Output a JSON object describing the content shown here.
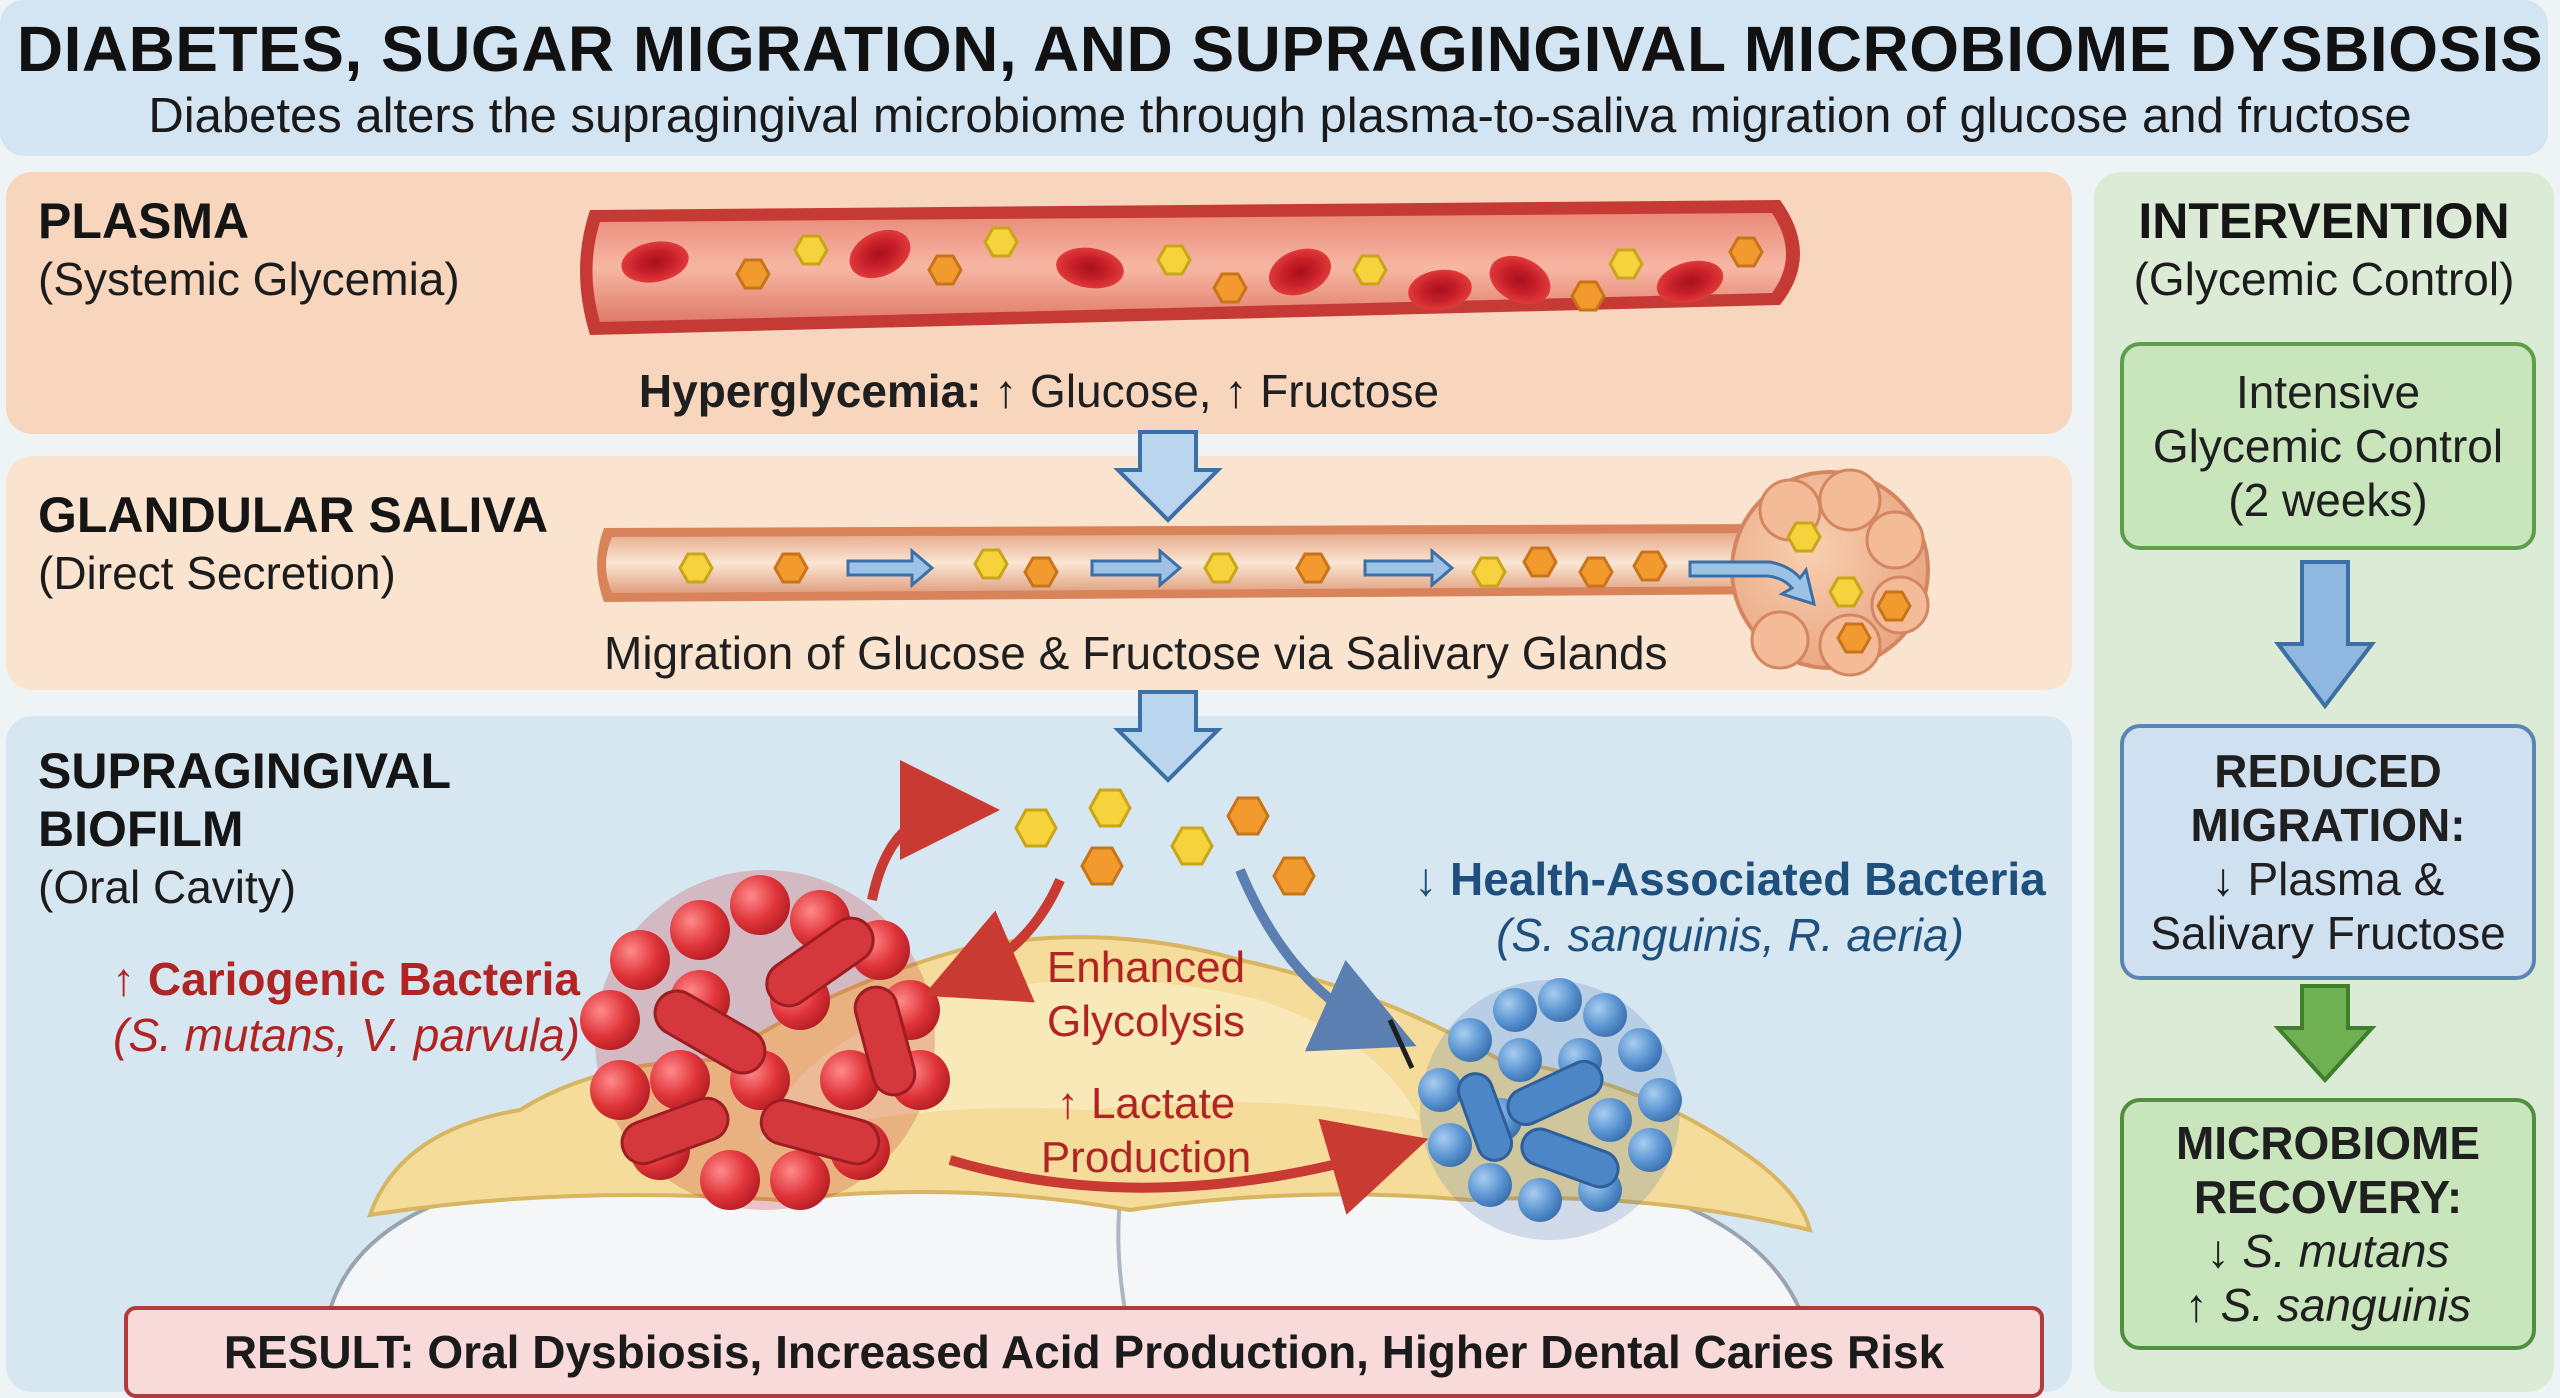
{
  "header": {
    "title": "DIABETES, SUGAR MIGRATION, AND SUPRAGINGIVAL MICROBIOME DYSBIOSIS",
    "subtitle": "Diabetes alters the supragingival microbiome through plasma-to-saliva migration of glucose and fructose"
  },
  "plasma": {
    "title": "PLASMA",
    "subtitle": "(Systemic Glycemia)",
    "caption_bold": "Hyperglycemia:",
    "caption_rest": "↑ Glucose, ↑ Fructose"
  },
  "gland": {
    "title": "GLANDULAR SALIVA",
    "subtitle": "(Direct Secretion)",
    "caption": "Migration of Glucose & Fructose via Salivary Glands"
  },
  "biofilm": {
    "title_line1": "SUPRAGINGIVAL",
    "title_line2": "BIOFILM",
    "subtitle": "(Oral Cavity)",
    "cariogenic_label": "↑ Cariogenic Bacteria",
    "cariogenic_species": "(S. mutans, V. parvula)",
    "health_label": "↓ Health-Associated Bacteria",
    "health_species": "(S. sanguinis, R. aeria)",
    "glycolysis_line1": "Enhanced",
    "glycolysis_line2": "Glycolysis",
    "lactate_line1": "↑ Lactate",
    "lactate_line2": "Production"
  },
  "result": {
    "text": "RESULT: Oral Dysbiosis, Increased Acid Production, Higher Dental Caries Risk"
  },
  "intervention": {
    "title": "INTERVENTION",
    "subtitle": "(Glycemic Control)",
    "box1": {
      "line1": "Intensive",
      "line2": "Glycemic Control",
      "line3": "(2 weeks)"
    },
    "box2": {
      "line1": "REDUCED",
      "line2": "MIGRATION:",
      "line3": "↓ Plasma &",
      "line4": "Salivary Fructose"
    },
    "box3": {
      "line1": "MICROBIOME",
      "line2": "RECOVERY:",
      "line3": "↓ S. mutans",
      "line4": "↑ S. sanguinis"
    }
  },
  "colors": {
    "plasma_panel": "#f8d6be",
    "saliva_panel": "#fbe4cf",
    "biofilm_panel": "#d7e7f2",
    "intervention_panel": "#dcebd5",
    "cariogenic_red": "#b02424",
    "health_blue": "#1f4f7c",
    "glucose_yellow": "#f6d23c",
    "fructose_orange": "#f39a2e"
  }
}
